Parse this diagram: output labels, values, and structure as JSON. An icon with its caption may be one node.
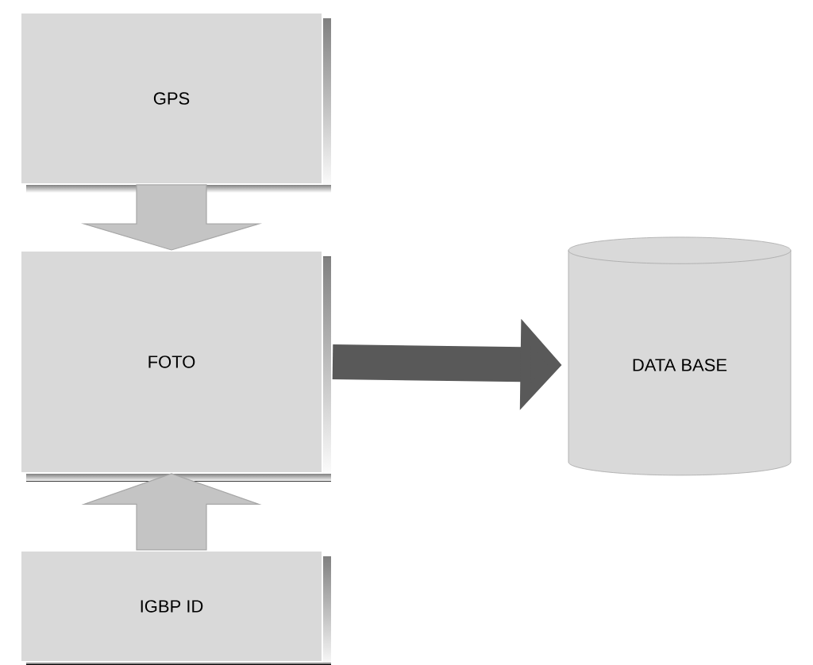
{
  "diagram": {
    "nodes": [
      {
        "text": [
          "GPS"
        ]
      },
      {
        "text": [
          "FOTO"
        ]
      },
      {
        "text": [
          "DATA BASE"
        ]
      },
      {
        "text": [
          "IGBP ID"
        ]
      }
    ],
    "edges": [
      {
        "from": 0,
        "to": 1,
        "arrow": "to"
      },
      {
        "from": 1,
        "to": 2,
        "arrow": "to",
        "color": "#595959"
      },
      {
        "from": 3,
        "to": 1,
        "arrow": "to"
      }
    ]
  }
}
